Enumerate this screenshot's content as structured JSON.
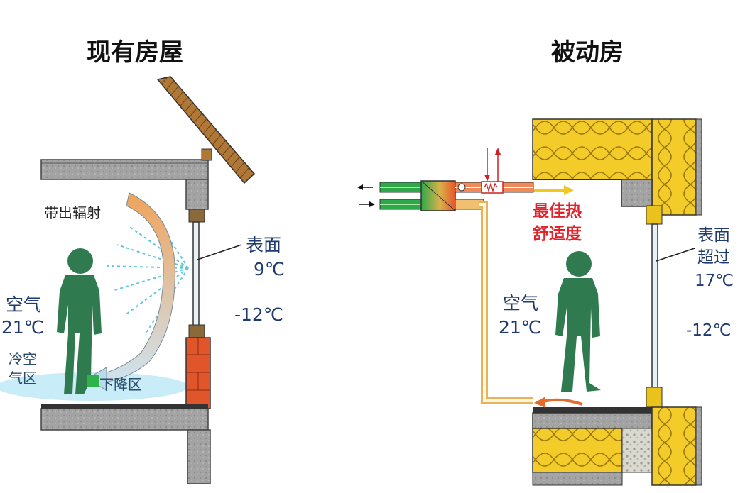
{
  "left": {
    "title": "现有房屋",
    "radiation_label": "带出辐射",
    "surface_label": "表面",
    "surface_temp": "9℃",
    "outside_temp": "-12℃",
    "air_label": "空气",
    "air_temp": "21℃",
    "cold_zone_line1": "冷空",
    "cold_zone_line2": "气区",
    "downdraft_label": "下降区"
  },
  "right": {
    "title": "被动房",
    "comfort_line1": "最佳热",
    "comfort_line2": "舒适度",
    "surface_label_line1": "表面",
    "surface_label_line2": "超过",
    "surface_temp": "17℃",
    "outside_temp": "-12℃",
    "air_label": "空气",
    "air_temp": "21℃"
  },
  "colors": {
    "text_blue": "#1f3a6e",
    "text_red": "#e0222b",
    "person_green": "#2f7a4f",
    "insulation_yellow": "#f2c81c",
    "wood_brown": "#a0652a",
    "brick_orange": "#e0562a",
    "concrete_gray": "#9a9a9a",
    "cold_air_blue": "#bfe6f5",
    "warm_arrow_orange": "#f0a35a"
  }
}
